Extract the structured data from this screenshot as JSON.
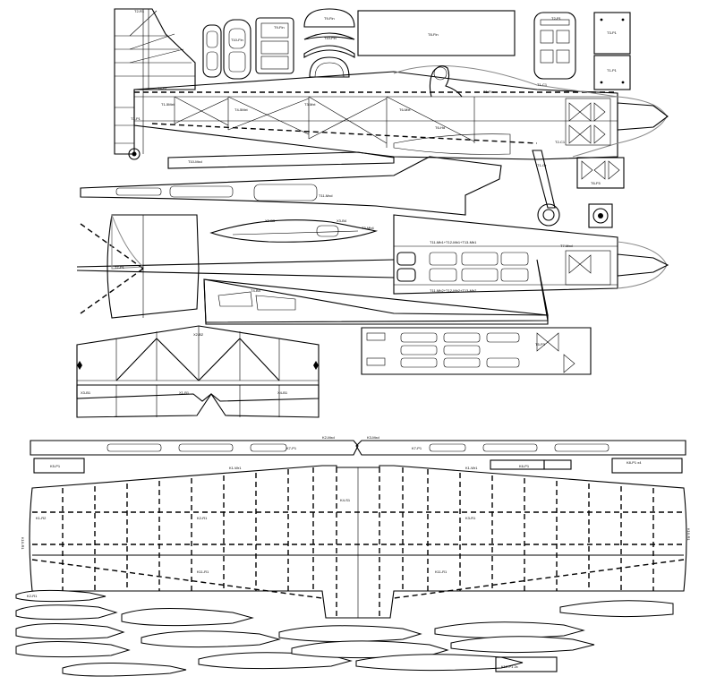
{
  "labels": {
    "rudder": "T2-R1",
    "rudder_hinge": "T4-B1",
    "rudder_lower": "T3-P1",
    "former_a": "T9-Fin",
    "former_b": "T10-Fin",
    "canopy_plate": "T8-Fin",
    "fuselage_top": "T1-Fin",
    "dash_note": "T6-Hd",
    "fuse_side_a": "T1-5Mxt",
    "fuse_side_b": "T4-5Mxt",
    "fuse_side_c": "T3-Mxt",
    "fuse_side_d": "T6-Mxt",
    "fwd_former": "T2-P1",
    "fwd_former_b": "T3-P1",
    "fwd_former_c": "T1-P1",
    "cockpit_a": "T1-C1",
    "cockpit_b": "T2-C1",
    "gear": "T1-Gr",
    "lower_side": "T10-Mxd",
    "spine": "T11-Mxd",
    "hatch": "T4-B4",
    "gear_plate": "T6-F5",
    "tailplane_top": "T3-Mb4",
    "stab_a": "X2-B3",
    "stab_b": "X3-B4",
    "bottom_stringers": "T11-Mb1+T12-Mb1+T13-Mb1",
    "bottom_stringers_b": "T11-Mb2+T12-Mb2+T13-Mb2",
    "tail_note": "T7-P1",
    "fuse_bottom": "T7-Mxd",
    "tray": "T5-P3",
    "stab_center": "X2-B2",
    "stab_tips": "X1-B1",
    "elev_l": "X3-B1",
    "elev_r": "X4-B1",
    "wing_te_l": "K2-Mxd",
    "wing_te_r": "K3-Mxd",
    "wing_center": "K1-Wr1",
    "wing_center_r": "K1-Wr1",
    "wing_root": "K1-R2",
    "wing_rib": "K2-R1",
    "wing_spar": "K3-R1",
    "wing_le": "K4-S1",
    "aileron_l": "K5-P1",
    "aileron_r": "K6-P1",
    "plate_a": "K7-P1",
    "plate_b": "K8-P1 x4",
    "wing_tip_l": "K10-R1",
    "wing_tip_r": "K10-R1",
    "tip_rib": "K11-R1",
    "bottom_plate": "K12-P1 2x"
  }
}
